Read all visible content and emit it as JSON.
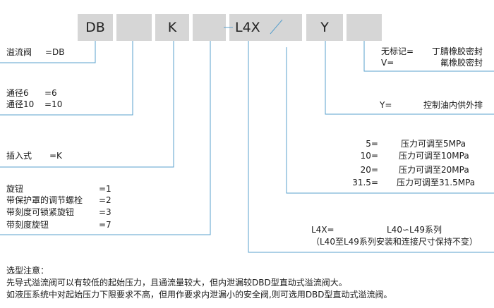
{
  "code_row": {
    "db": "DB",
    "k": "K",
    "l4x": "L4X",
    "y": "Y"
  },
  "groups": {
    "valve": {
      "label": "溢流阀",
      "value": "=DB"
    },
    "size": [
      {
        "label": "通径6",
        "value": "=6"
      },
      {
        "label": "通径10",
        "value": "=10"
      }
    ],
    "insert": {
      "label": "插入式",
      "value": "=K"
    },
    "adjust": [
      {
        "label": "旋钮",
        "value": "=1"
      },
      {
        "label": "带保护罩的调节螺栓",
        "value": "=2"
      },
      {
        "label": "带刻度可锁紧旋钮",
        "value": "=3"
      },
      {
        "label": "带刻度旋钮",
        "value": "=7"
      }
    ],
    "series": {
      "key": "L4X=",
      "range": "L40∽L49系列",
      "note": "（L40至L49系列安装和连接尺寸保持不变）"
    },
    "pressure": [
      {
        "key": "5=",
        "desc": "压力可调至5MPa"
      },
      {
        "key": "10=",
        "desc": "压力可调至10MPa"
      },
      {
        "key": "20=",
        "desc": "压力可调至20MPa"
      },
      {
        "key": "31.5=",
        "desc": "压力可调至31.5MPa"
      }
    ],
    "drain": {
      "key": "Y=",
      "desc": "控制油内供外排"
    },
    "seal": [
      {
        "key": "无标记=",
        "desc": "丁腈橡胶密封"
      },
      {
        "key": "V=",
        "desc": "氟橡胶密封"
      }
    ]
  },
  "notes": {
    "title": "选型注意：",
    "line1": "先导式溢流阀可以有较低的起始压力，且通流量较大，但内泄漏较DBD型直动式溢流阀大。",
    "line2": "如液压系统中对起始压力下限要求不高，但用作要求内泄漏小的安全阀,则可选用DBD型直动式溢流阀。"
  },
  "colors": {
    "box": "#d6d6d6",
    "line": "#5aa0cc",
    "text": "#1a1a1a"
  }
}
